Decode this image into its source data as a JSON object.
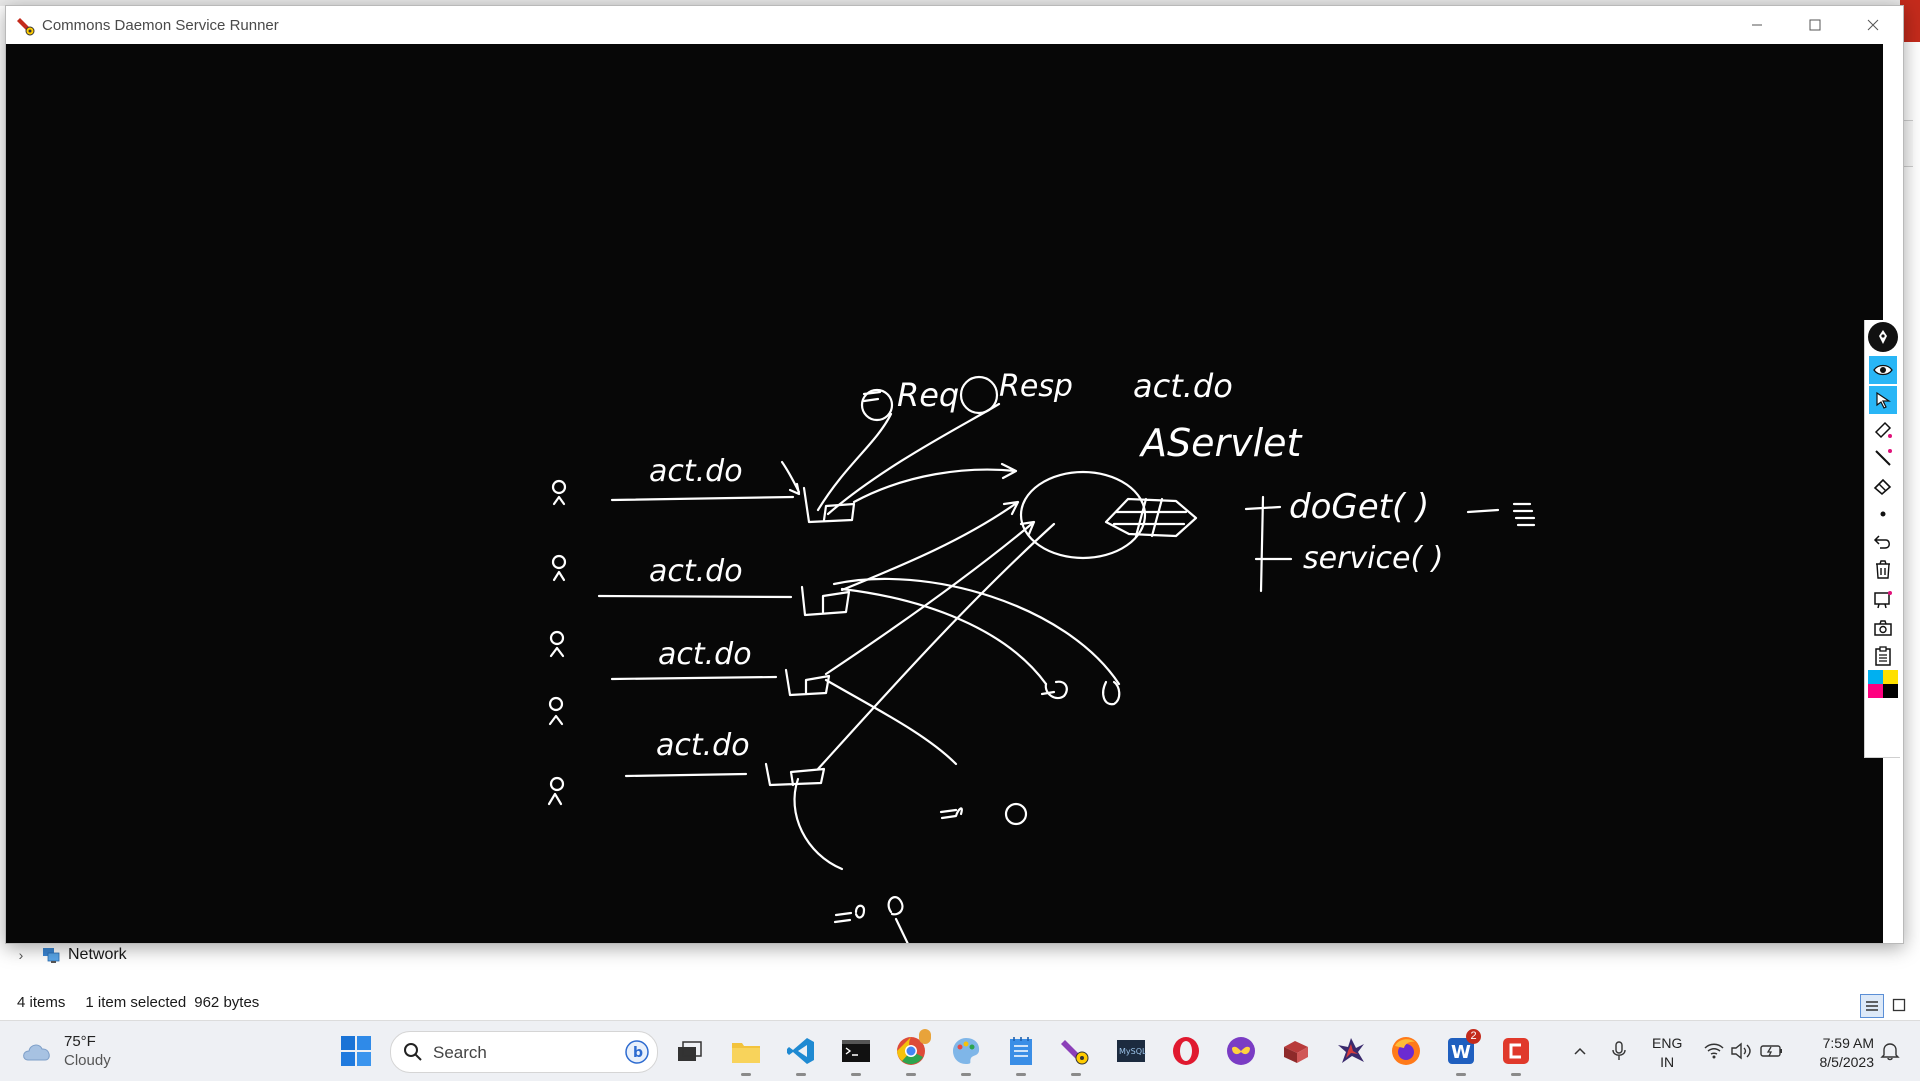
{
  "window": {
    "title": "Commons Daemon Service Runner",
    "buttons": {
      "minimize": "minimize-icon",
      "maximize": "maximize-icon",
      "close": "close-icon"
    }
  },
  "canvas": {
    "background": "#070707",
    "ink_color": "#ffffff",
    "labels": {
      "req": "Req",
      "resp": "Resp",
      "url": "act.do",
      "servlet": "AServlet",
      "method_doget": "doGet( )",
      "method_service": "service( )",
      "requests": [
        "act.do",
        "act.do",
        "act.do",
        "act.do"
      ]
    }
  },
  "pen_toolbar": {
    "tools": [
      "pen-icon",
      "eye-icon",
      "pointer-icon",
      "highlighter-icon",
      "line-icon",
      "eraser-icon",
      "dot-icon",
      "undo-icon",
      "trash-icon",
      "whiteboard-icon",
      "camera-icon",
      "clipboard-icon",
      "color-palette-icon"
    ],
    "colors": [
      "#00b0f0",
      "#ffe000",
      "#ff0080",
      "#000000"
    ]
  },
  "explorer": {
    "nav_item": "Network",
    "status": {
      "items": "4 items",
      "selected": "1 item selected",
      "size": "962 bytes"
    }
  },
  "taskbar": {
    "weather": {
      "temp": "75°F",
      "condition": "Cloudy"
    },
    "search_placeholder": "Search",
    "apps": [
      "file-explorer-icon",
      "vscode-icon",
      "terminal-icon",
      "chrome-icon",
      "paint-icon",
      "notepad-icon",
      "pen-tool-icon",
      "mysql-icon",
      "opera-icon",
      "app-icon",
      "winrar-icon",
      "eclipse-icon",
      "firefox-icon",
      "word-icon",
      "app-red-icon"
    ],
    "badges": {
      "chrome": "",
      "word": "2"
    },
    "lang": {
      "line1": "ENG",
      "line2": "IN"
    },
    "clock": {
      "time": "7:59 AM",
      "date": "8/5/2023"
    }
  }
}
